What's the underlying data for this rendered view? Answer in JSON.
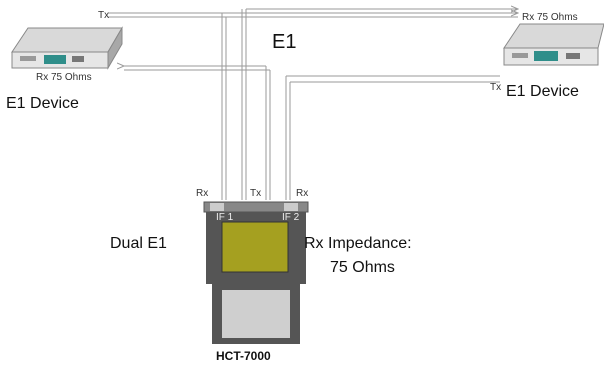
{
  "labels": {
    "tx_top_left": "Tx",
    "rx_top_right": "Rx 75 Ohms",
    "e1_center": "E1",
    "rx_left": "Rx 75 Ohms",
    "device_left": "E1 Device",
    "tx_right": "Tx",
    "device_right": "E1 Device",
    "port_rx_left": "Rx",
    "port_tx": "Tx",
    "port_rx_right": "Rx",
    "port1": "IF 1",
    "port2": "IF 2",
    "dual_e1": "Dual E1",
    "rx_impedance_line1": "Rx Impedance:",
    "rx_impedance_line2": "75 Ohms",
    "model": "HCT-7000"
  },
  "colors": {
    "wire": "#9a9a9a",
    "device_body": "#c8c8c8",
    "device_front": "#e6e6e6",
    "device_display": "#2f8e8a",
    "tester_body": "#555555",
    "tester_screen": "#a5a020",
    "tester_lower": "#cfcfcf"
  }
}
